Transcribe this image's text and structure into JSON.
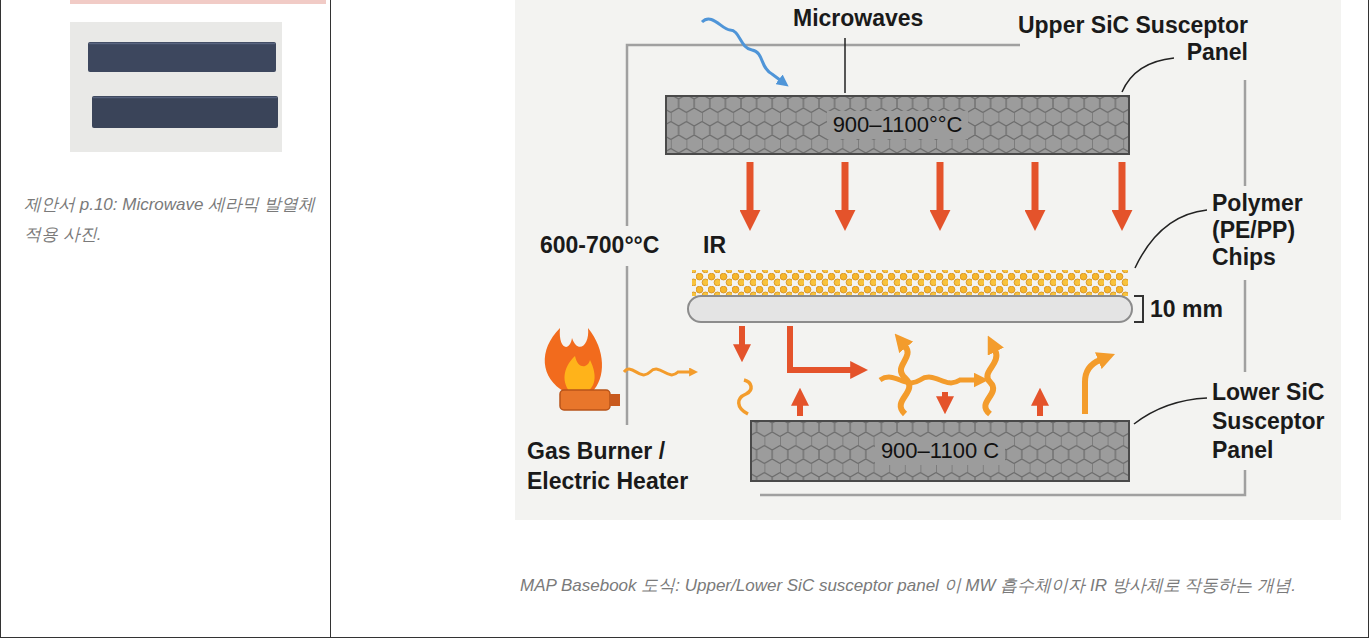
{
  "diagram": {
    "nodes": [
      {
        "text": [
          "900–1100°°C"
        ]
      },
      {
        "text": [
          "900–1100 C"
        ]
      }
    ],
    "labels": [
      "Microwaves",
      "Upper SiC Susceptor Panel",
      "600-700°°C",
      "IR",
      "Polymer (PE/PP) Chips",
      "10 mm",
      "Gas Burner / Electric Heater",
      "Lower SiC Susceptor Panel",
      "제안서 p.10: Microwave 세라믹 발열체 적용 사진.",
      "MAP Basebook 도식: Upper/Lower SiC susceptor panel 이 MW 흡수체이자 IR 방사체로 작동하는 개념."
    ]
  }
}
